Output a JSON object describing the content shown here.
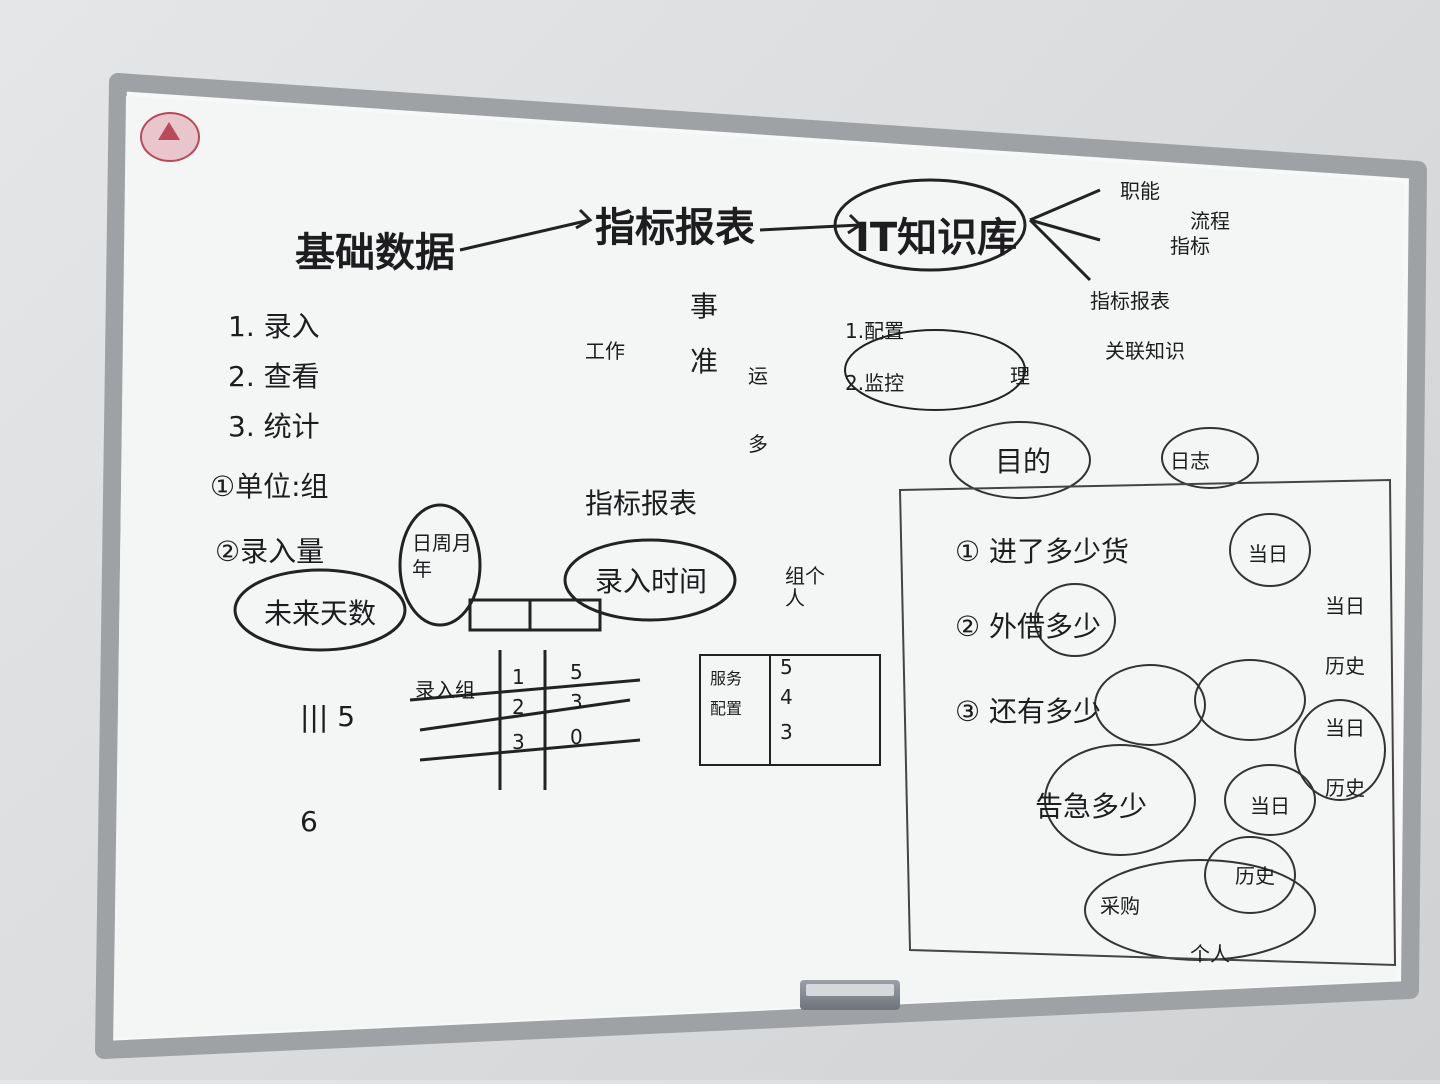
{
  "whiteboard": {
    "title_flow": [
      "基础数据",
      "指标报表",
      "IT知识库"
    ],
    "left_list": [
      "1. 录入",
      "2. 查看",
      "3. 统计",
      "①单位:组",
      "②录入量"
    ],
    "left_notes": {
      "period": "日周月年",
      "future": "未来天数",
      "tally": "||| 5",
      "tally_sub": "6"
    },
    "center_notes": {
      "branch_a": "事",
      "branch_b": "准",
      "prefix": "工作",
      "box_1": "1.配置",
      "box_2": "2.监控",
      "left_mark": "运",
      "right_mark": "理",
      "mid_left": "多",
      "report_title": "指标报表",
      "record": "录入时间",
      "group": "组个人",
      "table_label": "录入组",
      "mini_rows": [
        "服务",
        "配置"
      ]
    },
    "table_values": [
      "1",
      "5",
      "2",
      "3",
      "3",
      "0"
    ],
    "mini_values": [
      "5",
      "4",
      "3"
    ],
    "right_top": [
      "职能",
      "流程",
      "指标"
    ],
    "right_lists": [
      "指标报表",
      "关联知识",
      "日志"
    ],
    "goal_section": {
      "title": "目的",
      "items": [
        "① 进了多少货",
        "② 外借多少",
        "③ 还有多少",
        "告急多少"
      ],
      "bubbles": [
        "当日",
        "当日",
        "历史",
        "当日",
        "历史",
        "当日",
        "历史",
        "采购",
        "个人"
      ]
    }
  }
}
